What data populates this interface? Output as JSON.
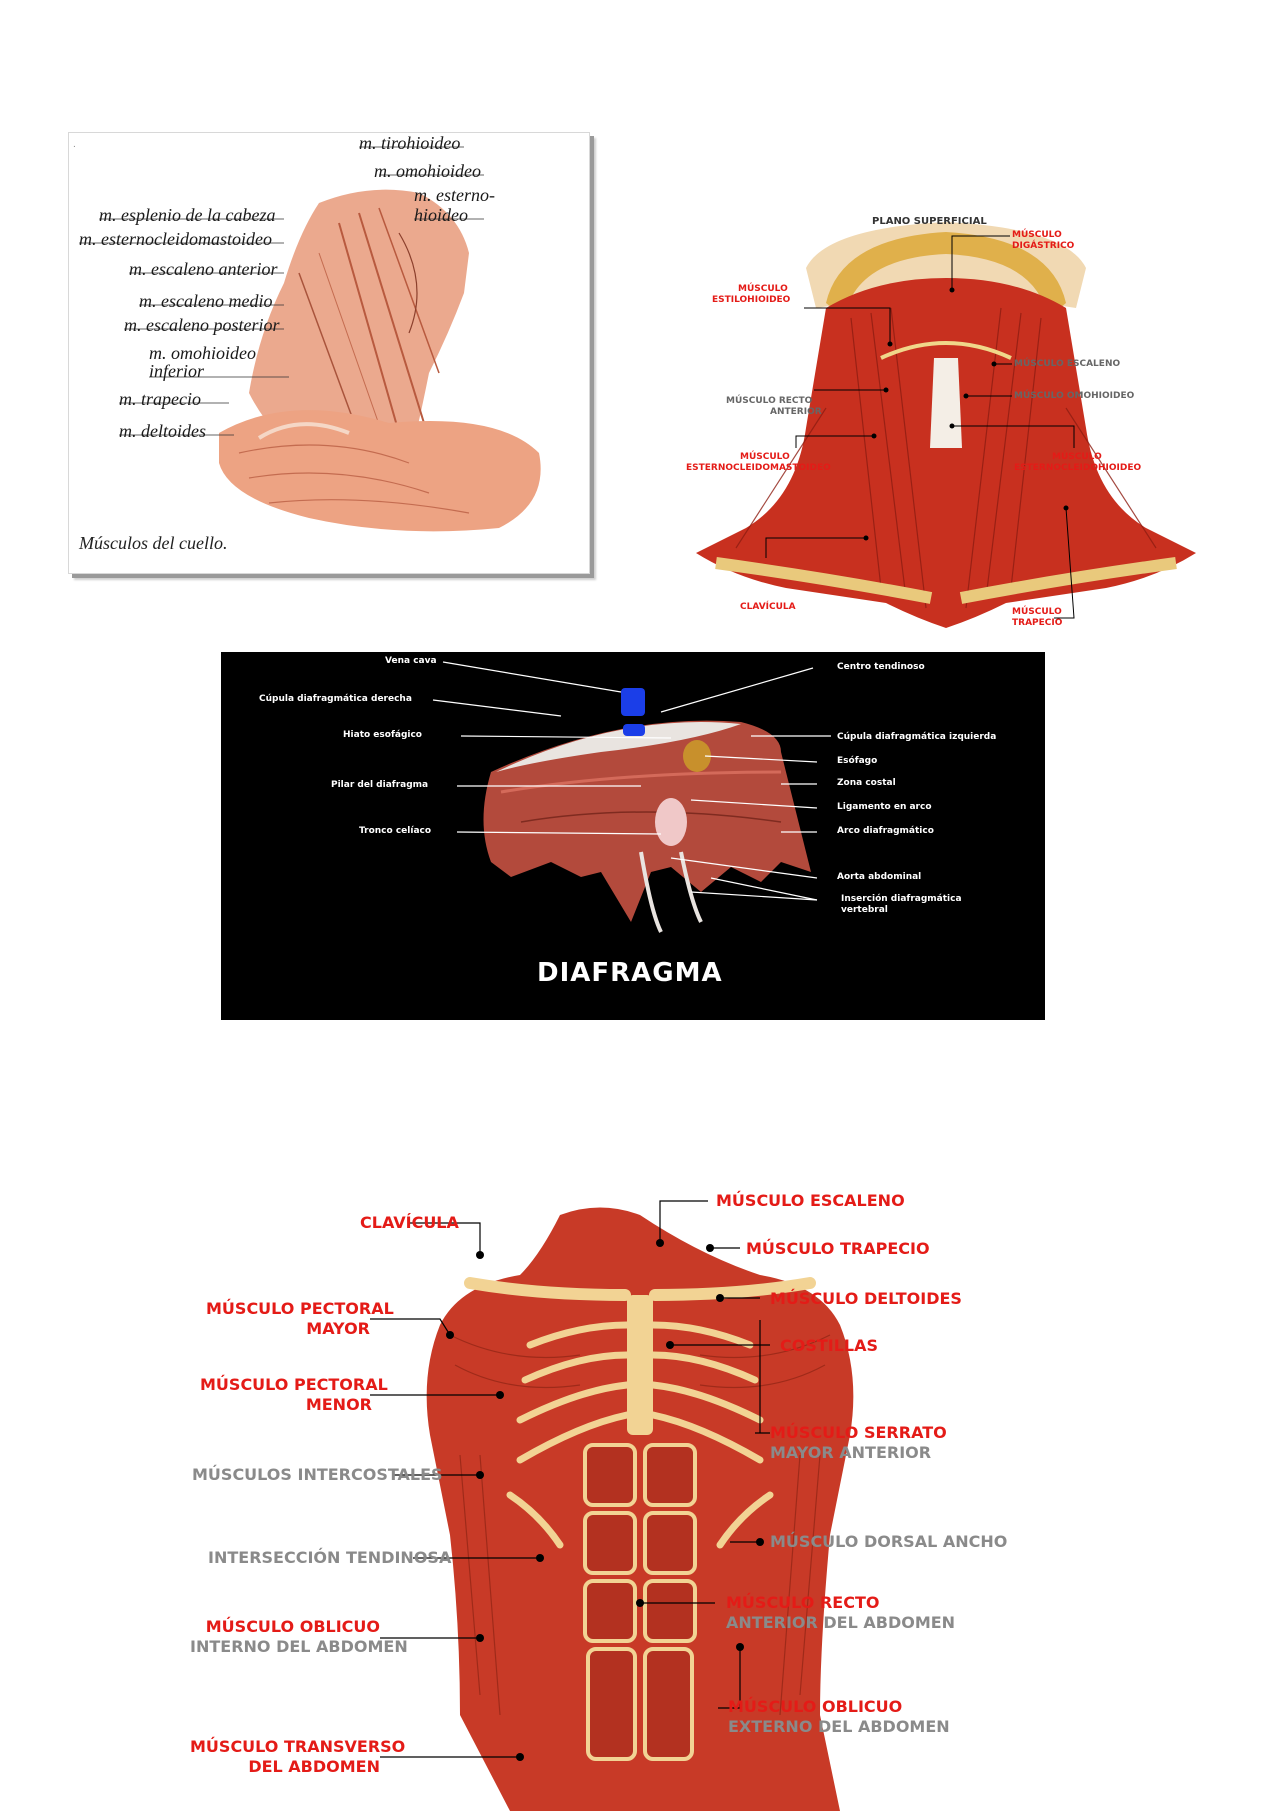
{
  "neck_lateral": {
    "labels": [
      "m. tirohioideo",
      "m. omohioideo",
      "m. esterno-",
      "hioideo",
      "m. esplenio de la cabeza",
      "m. esternocleidomastoideo",
      "m. escaleno anterior",
      "m. escaleno medio",
      "m. escaleno posterior",
      "m. omohioideo",
      "inferior",
      "m. trapecio",
      "m. deltoides"
    ],
    "caption": "Músculos del cuello."
  },
  "neck_front": {
    "title": "PLANO SUPERFICIAL",
    "labels": [
      "MÚSCULO",
      "DIGÁSTRICO",
      "MÚSCULO",
      "ESTILOHIOIDEO",
      "MÚSCULO ESCALENO",
      "MÚSCULO RECTO",
      "ANTERIOR",
      "MÚSCULO OMOHIOIDEO",
      "MÚSCULO",
      "ESTERNOCLEIDOMASTOIDEO",
      "MÚSCULO",
      "ESTERNOCLEIDOHIOIDEO",
      "CLAVÍCULA",
      "MÚSCULO",
      "TRAPECIO"
    ]
  },
  "diaphragm": {
    "left_labels": [
      "Vena cava",
      "Cúpula diafragmática derecha",
      "Hiato esofágico",
      "Pilar del diafragma",
      "Tronco celíaco"
    ],
    "right_labels": [
      "Centro tendinoso",
      "Cúpula diafragmática izquierda",
      "Esófago",
      "Zona costal",
      "Ligamento en arco",
      "Arco diafragmático",
      "Aorta abdominal",
      "Inserción diafragmática",
      "vertebral"
    ],
    "title": "DIAFRAGMA"
  },
  "torso": {
    "labels": [
      "MÚSCULO ESCALENO",
      "CLAVÍCULA",
      "MÚSCULO TRAPECIO",
      "MÚSCULO PECTORAL",
      "MAYOR",
      "MÚSCULO DELTOIDES",
      "COSTILLAS",
      "MÚSCULO PECTORAL",
      "MENOR",
      "MÚSCULO SERRATO",
      "MAYOR ANTERIOR",
      "MÚSCULOS INTERCOSTALES",
      "MÚSCULO DORSAL ANCHO",
      "INTERSECCIÓN TENDINOSA",
      "MÚSCULO RECTO",
      "ANTERIOR DEL ABDOMEN",
      "MÚSCULO OBLICUO",
      "INTERNO DEL ABDOMEN",
      "MÚSCULO OBLICUO",
      "EXTERNO DEL ABDOMEN",
      "MÚSCULO TRANSVERSO",
      "DEL ABDOMEN"
    ]
  }
}
